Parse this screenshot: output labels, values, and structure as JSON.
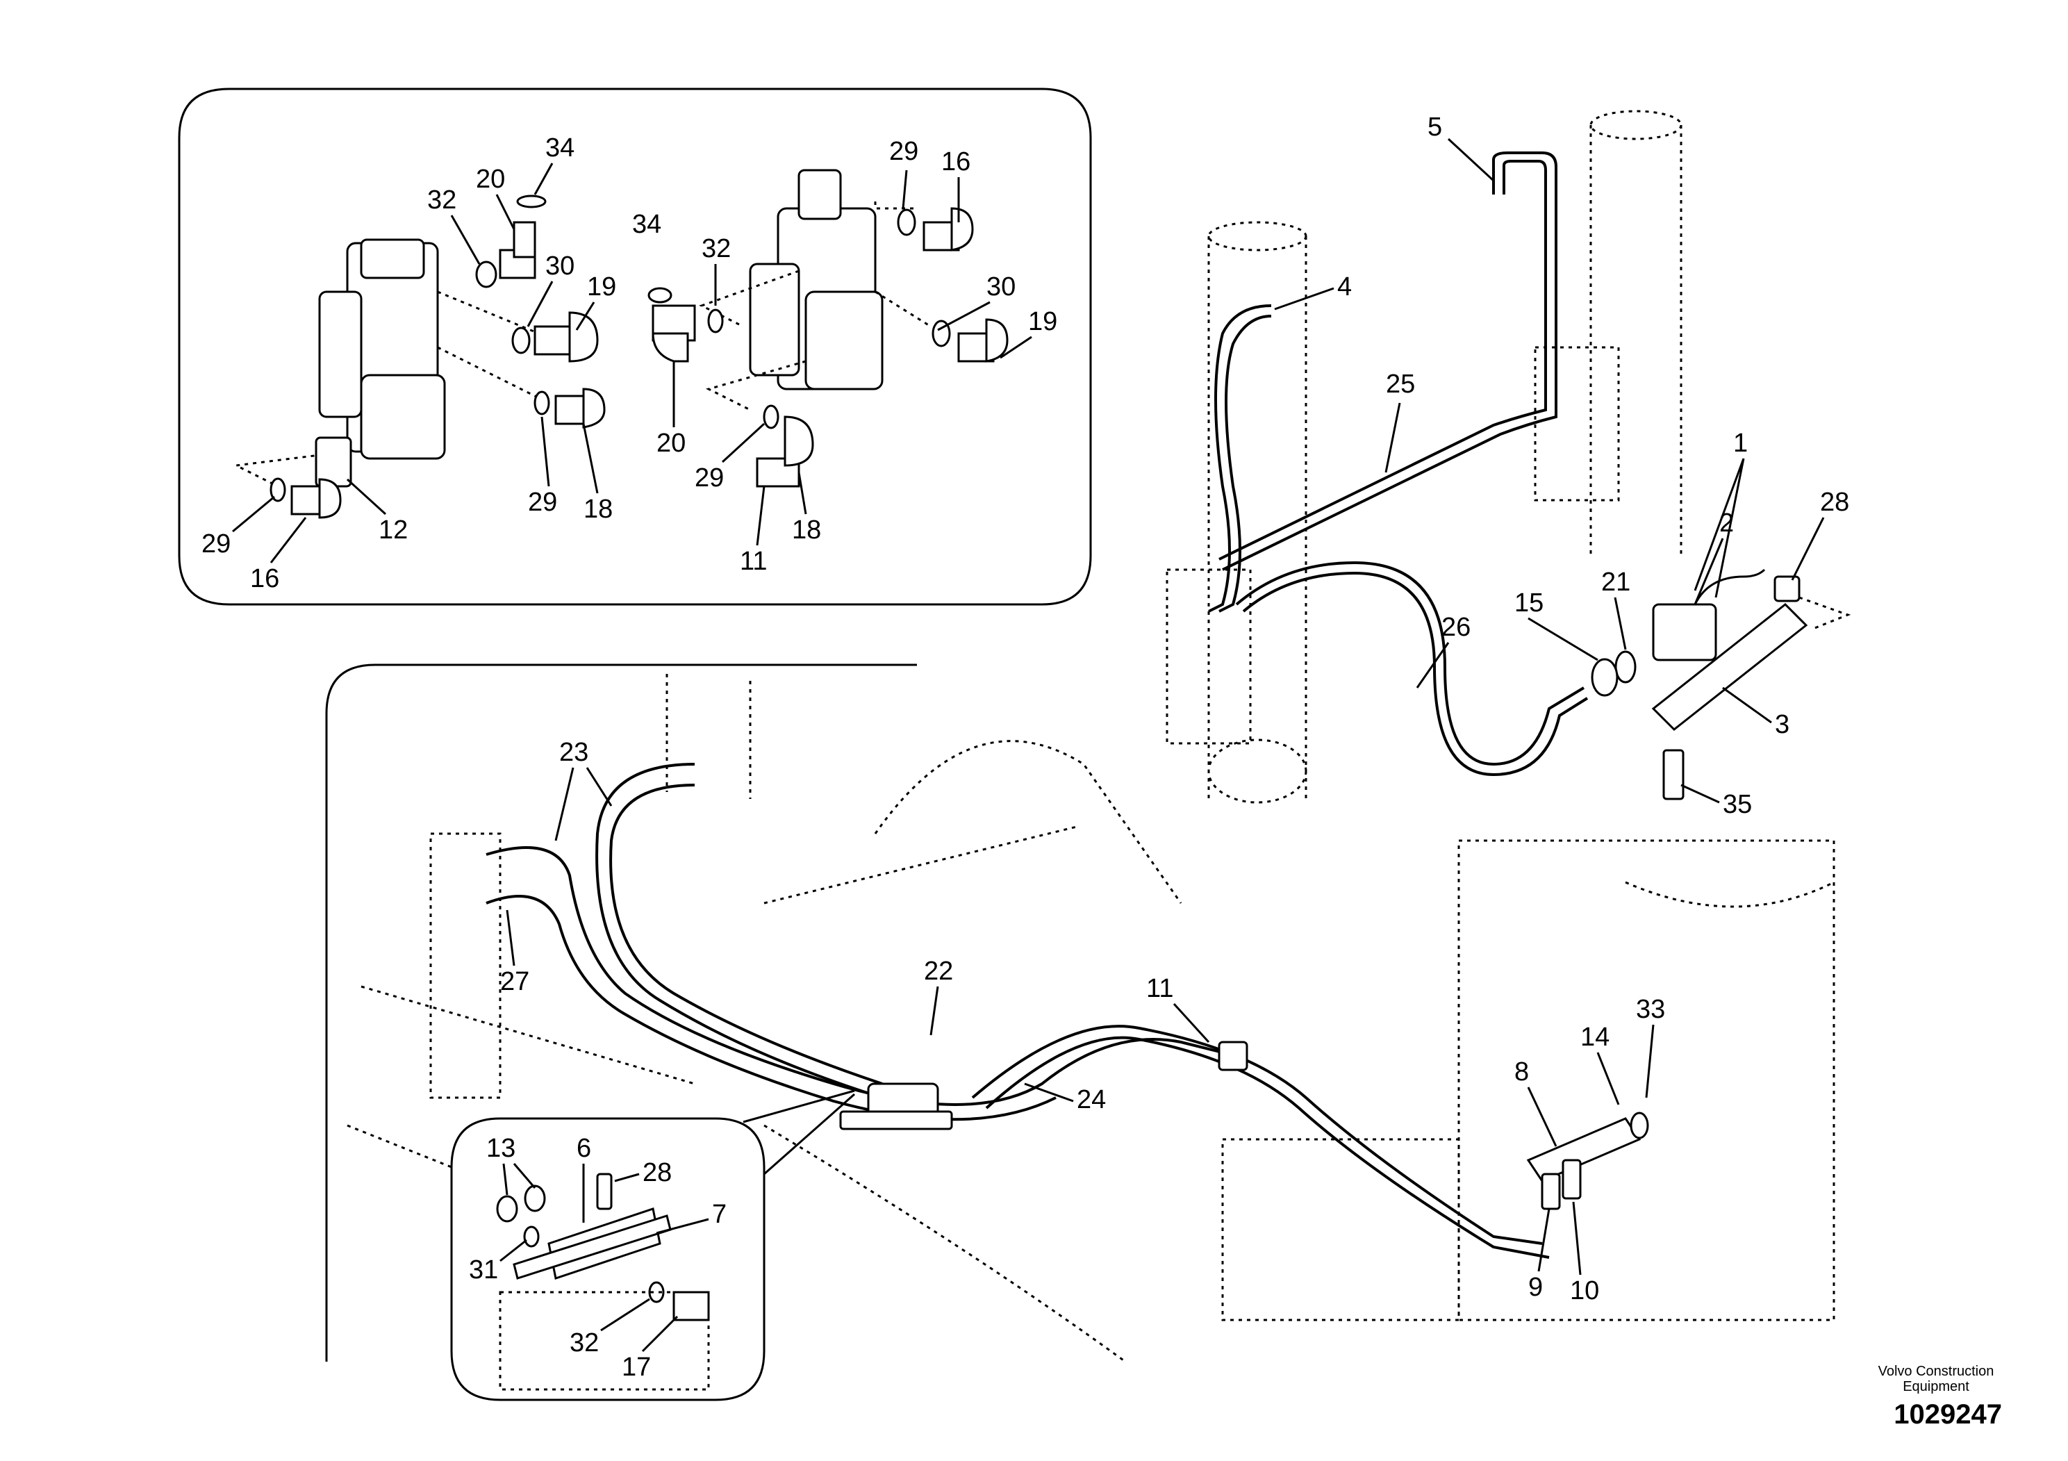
{
  "footer": {
    "brand_line1": "Volvo Construction",
    "brand_line2": "Equipment",
    "drawing_number": "1029247"
  },
  "callouts": {
    "inset_top": [
      "34",
      "20",
      "32",
      "30",
      "19",
      "29",
      "18",
      "12",
      "29",
      "16",
      "34",
      "32",
      "20",
      "29",
      "18",
      "11",
      "29",
      "16",
      "30",
      "19"
    ],
    "right_view": [
      "5",
      "4",
      "25",
      "1",
      "2",
      "28",
      "21",
      "15",
      "26",
      "3",
      "35"
    ],
    "lower_view": [
      "23",
      "27",
      "22",
      "11",
      "24",
      "8",
      "14",
      "33",
      "9",
      "10"
    ],
    "inset_bottom": [
      "13",
      "6",
      "28",
      "7",
      "31",
      "32",
      "17"
    ]
  }
}
